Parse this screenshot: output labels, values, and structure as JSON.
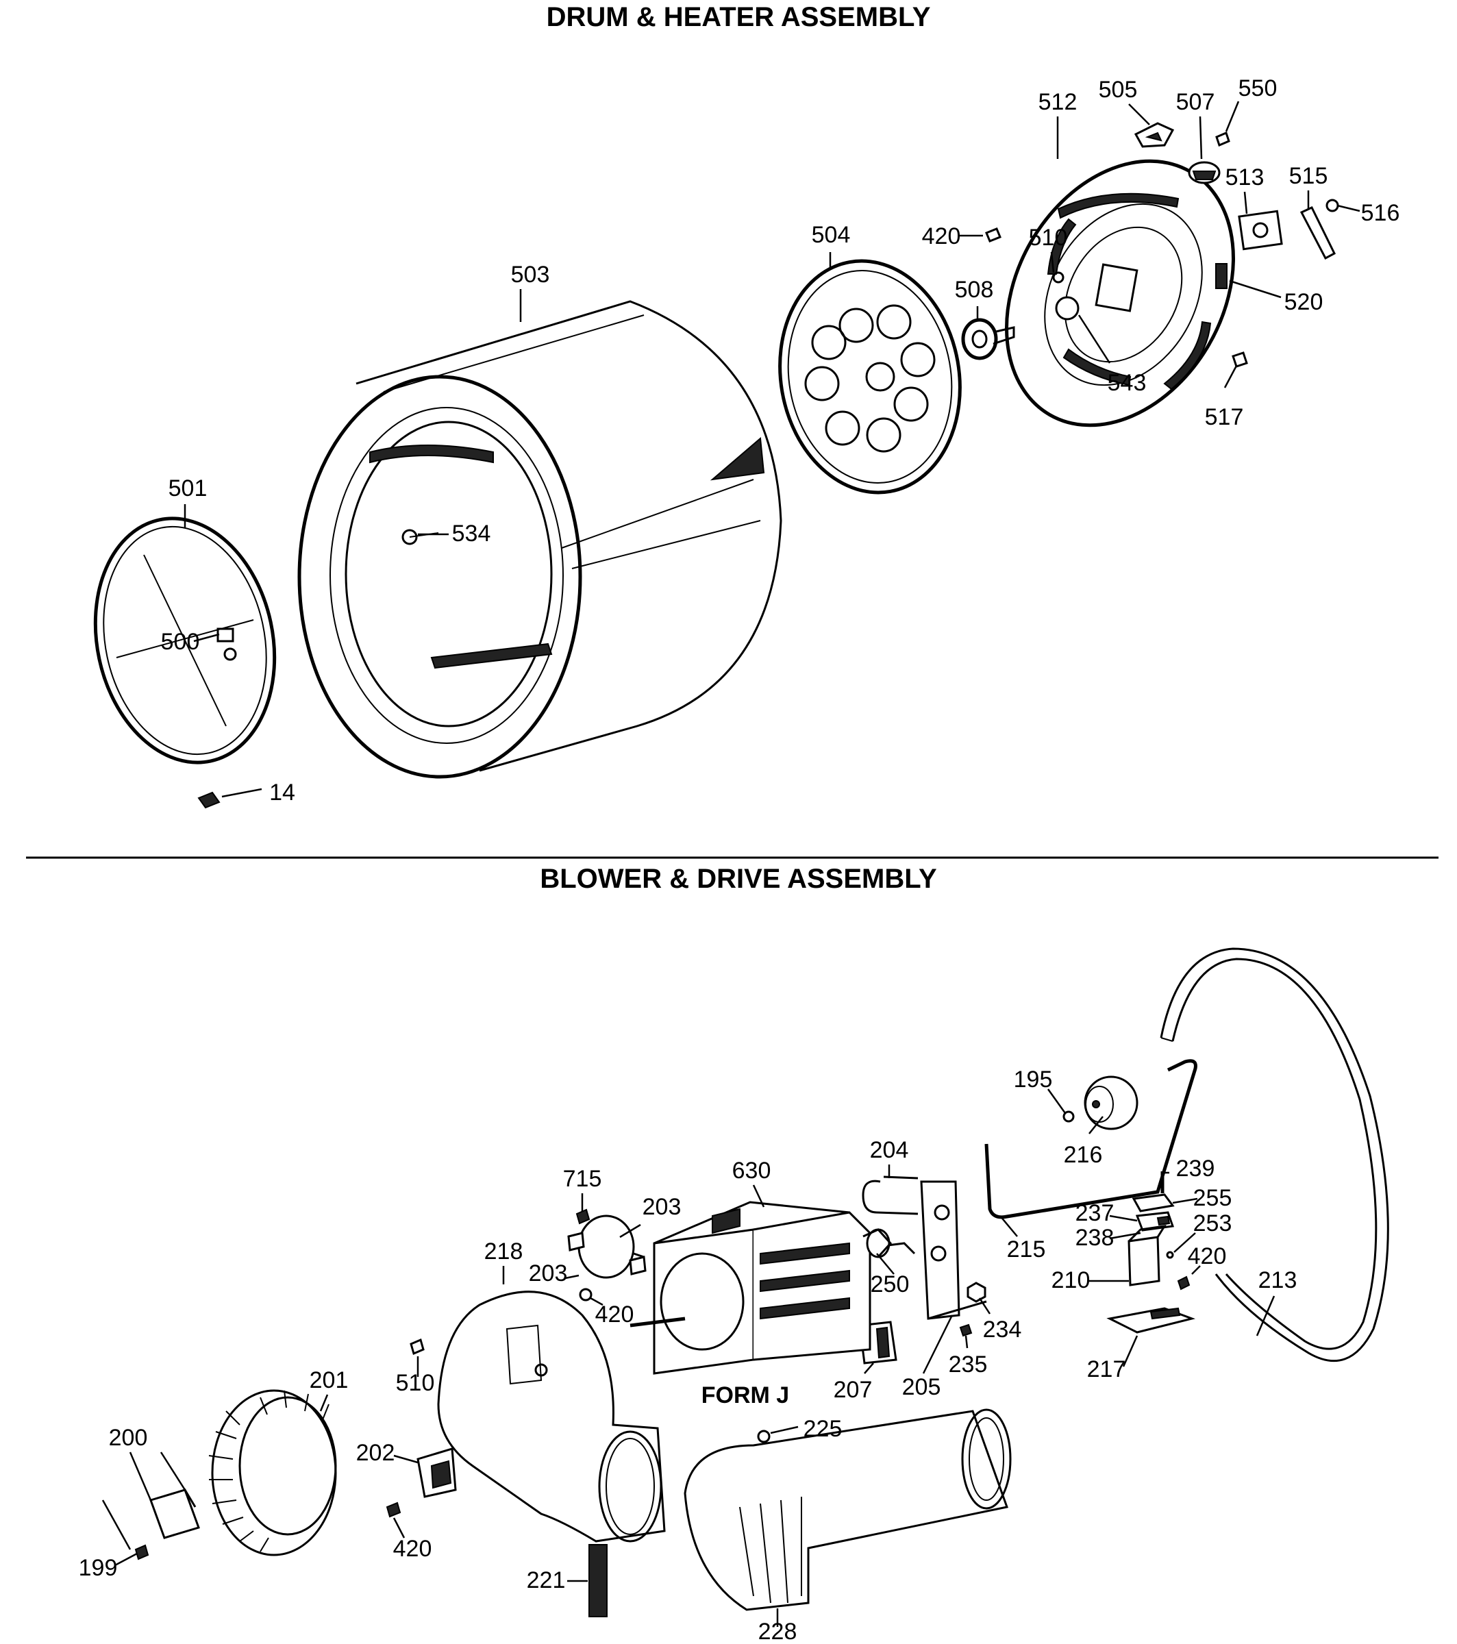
{
  "titles": {
    "drum_heater": "DRUM & HEATER ASSEMBLY",
    "blower_drive": "BLOWER & DRIVE ASSEMBLY"
  },
  "form_label": "FORM J",
  "labels": {
    "p14": "14",
    "p199": "199",
    "p200": "200",
    "p201": "201",
    "p202": "202",
    "p203a": "203",
    "p203b": "203",
    "p204": "204",
    "p205": "205",
    "p207": "207",
    "p210": "210",
    "p213": "213",
    "p215": "215",
    "p216": "216",
    "p217": "217",
    "p218": "218",
    "p221": "221",
    "p225": "225",
    "p228": "228",
    "p234": "234",
    "p235": "235",
    "p237": "237",
    "p238": "238",
    "p239": "239",
    "p250": "250",
    "p253": "253",
    "p255": "255",
    "p195": "195",
    "p420a": "420",
    "p420b": "420",
    "p420c": "420",
    "p420d": "420",
    "p500": "500",
    "p501": "501",
    "p503": "503",
    "p504": "504",
    "p505": "505",
    "p507": "507",
    "p508": "508",
    "p510a": "510",
    "p510b": "510",
    "p512": "512",
    "p513": "513",
    "p515": "515",
    "p516": "516",
    "p517": "517",
    "p520": "520",
    "p534": "534",
    "p543": "543",
    "p550": "550",
    "p630": "630",
    "p715": "715"
  }
}
